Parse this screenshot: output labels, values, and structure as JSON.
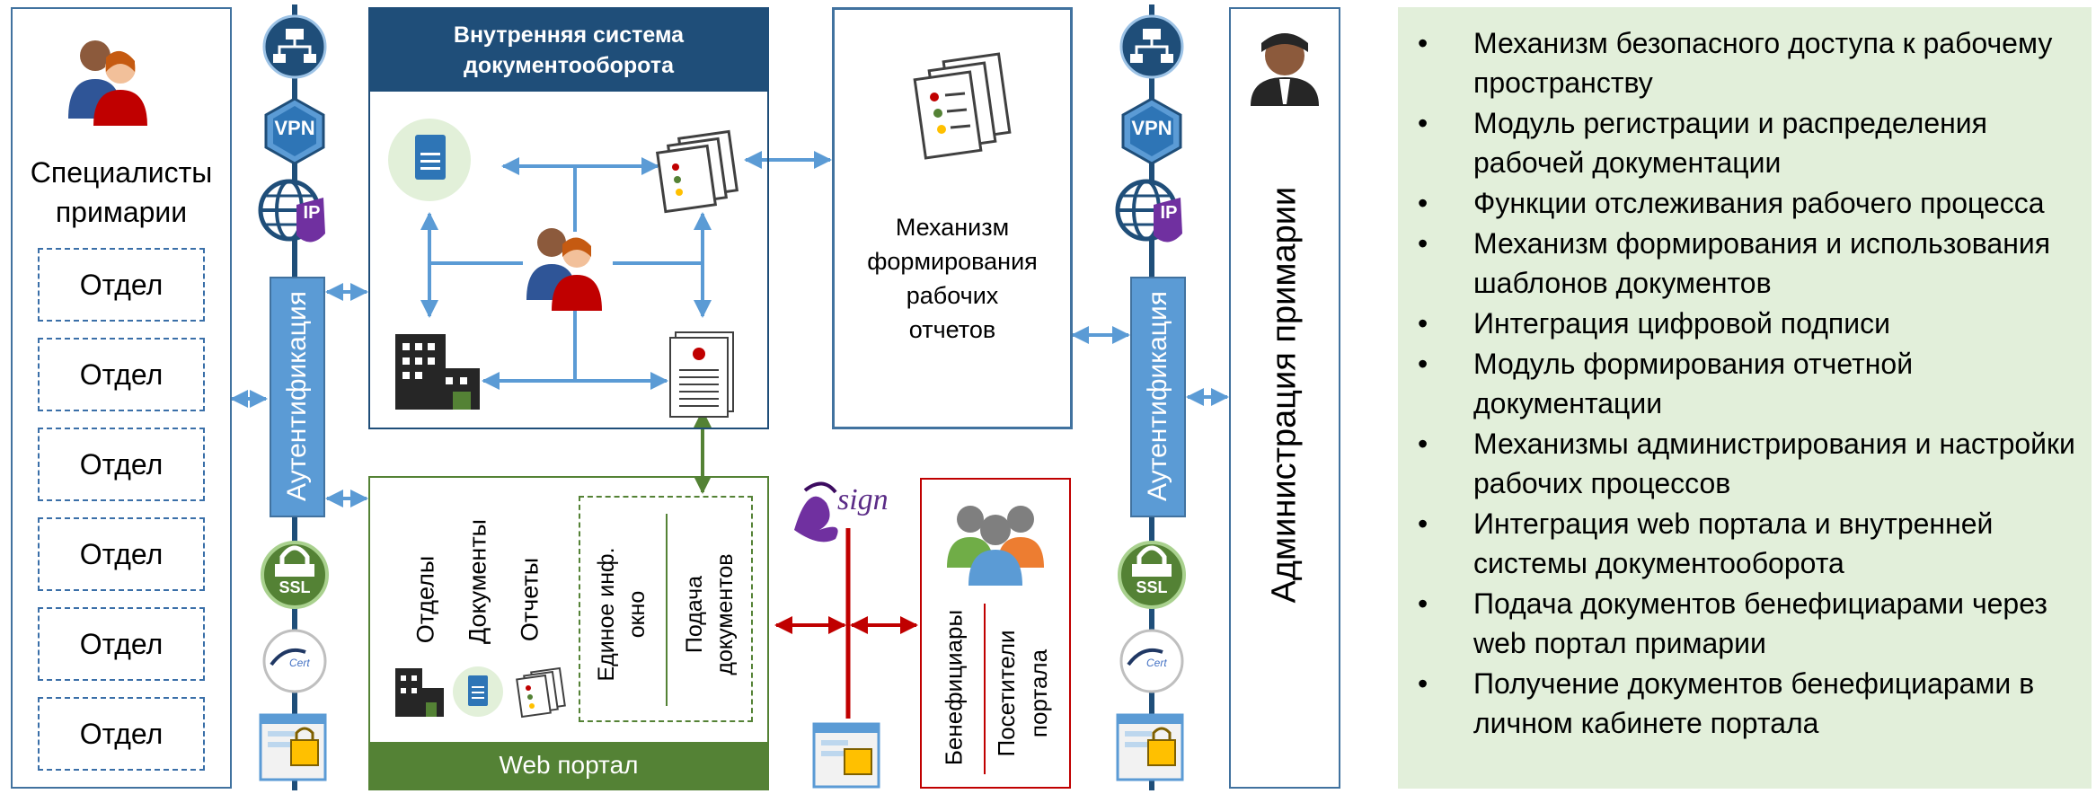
{
  "left_panel": {
    "title_line1": "Специалисты",
    "title_line2": "примарии",
    "departments": [
      "Отдел",
      "Отдел",
      "Отдел",
      "Отдел",
      "Отдел",
      "Отдел"
    ]
  },
  "auth_bar_label": "Аутентификация",
  "auth_bar_label_right": "Аутентификация",
  "icons": {
    "vpn": "VPN",
    "ip": "IP",
    "ssl": "SSL"
  },
  "internal_system": {
    "title_line1": "Внутренняя система",
    "title_line2": "документооборота"
  },
  "report_mechanism": {
    "line1": "Механизм",
    "line2": "формирования",
    "line3": "рабочих",
    "line4": "отчетов"
  },
  "web_portal": {
    "footer": "Web портал",
    "tabs": [
      "Отделы",
      "Документы",
      "Отчеты"
    ],
    "window_line1": "Единое инф.",
    "window_line2": "окно",
    "submit_line1": "Подача",
    "submit_line2": "документов"
  },
  "msign": "sign",
  "beneficiaries": {
    "label": "Бенефициары",
    "visitors_line1": "Посетители",
    "visitors_line2": "портала"
  },
  "admin_label": "Администрация примарии",
  "features": [
    "Механизм безопасного доступа к рабочему пространству",
    "Модуль регистрации и распределения рабочей документации",
    "Функции отслеживания рабочего процесса",
    "Механизм формирования и использования шаблонов документов",
    "Интеграция цифровой подписи",
    "Модуль формирования отчетной документации",
    "Механизмы администрирования и настройки рабочих процессов",
    "Интеграция web портала и внутренней системы документооборота",
    "Подача документов бенефициарами через web портал примарии",
    "Получение документов бенефициарами в личном кабинете портала"
  ],
  "colors": {
    "blue_border": "#41729f",
    "dark_blue_header": "#1f4e79",
    "auth_blue": "#5b9bd5",
    "green_border": "#548235",
    "green_footer": "#548235",
    "red_border": "#c00000",
    "features_bg": "#e2efda"
  }
}
